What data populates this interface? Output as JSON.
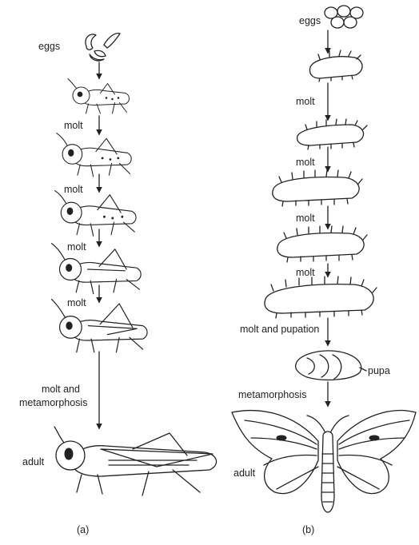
{
  "panel_a": {
    "caption": "(a)",
    "top_label": "eggs",
    "molt_labels": [
      "molt",
      "molt",
      "molt",
      "molt"
    ],
    "final_label_line1": "molt and",
    "final_label_line2": "metamorphosis",
    "adult_label": "adult"
  },
  "panel_b": {
    "caption": "(b)",
    "top_label": "eggs",
    "molt_labels": [
      "molt",
      "molt",
      "molt",
      "molt"
    ],
    "pupation_label": "molt and pupation",
    "pupa_label": "pupa",
    "metamorphosis_label": "metamorphosis",
    "adult_label": "adult"
  }
}
